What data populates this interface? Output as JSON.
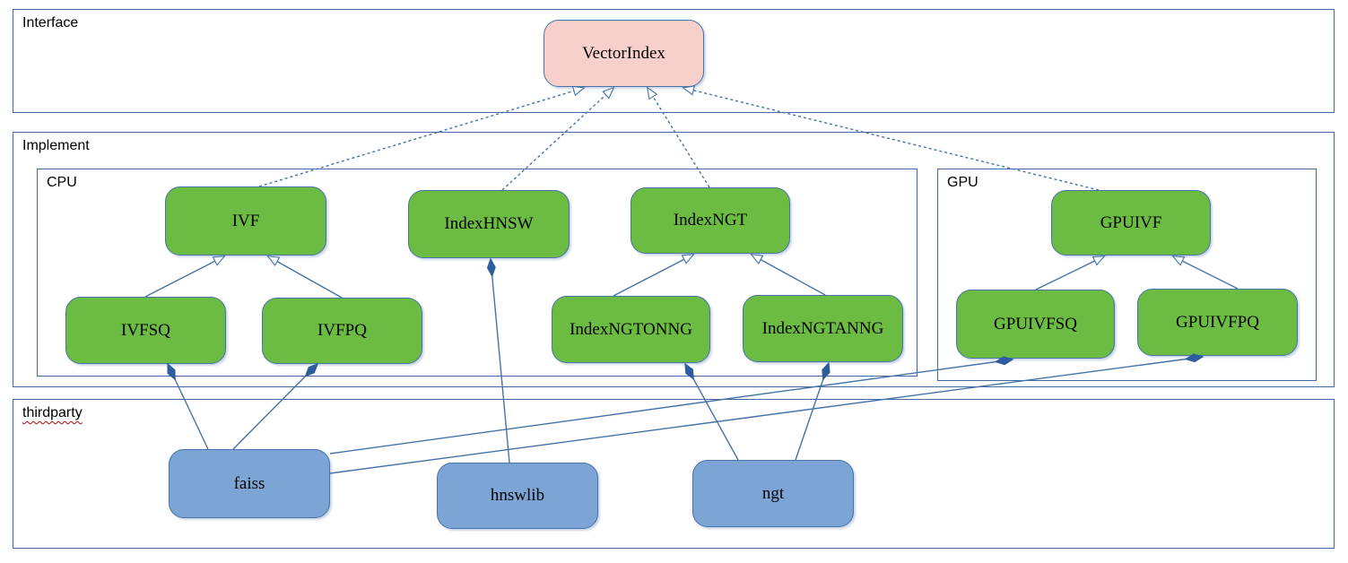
{
  "containers": {
    "interface": {
      "label": "Interface"
    },
    "implement": {
      "label": "Implement"
    },
    "cpu": {
      "label": "CPU"
    },
    "gpu": {
      "label": "GPU"
    },
    "thirdparty": {
      "label": "thirdparty"
    }
  },
  "nodes": {
    "vectorindex": {
      "label": "VectorIndex",
      "type": "interface-class"
    },
    "ivf": {
      "label": "IVF",
      "type": "cpu-class"
    },
    "indexhnsw": {
      "label": "IndexHNSW",
      "type": "cpu-class"
    },
    "indexngt": {
      "label": "IndexNGT",
      "type": "cpu-class"
    },
    "ivfsq": {
      "label": "IVFSQ",
      "type": "cpu-class"
    },
    "ivfpq": {
      "label": "IVFPQ",
      "type": "cpu-class"
    },
    "indexngtonng": {
      "label": "IndexNGTONNG",
      "type": "cpu-class"
    },
    "indexngtanng": {
      "label": "IndexNGTANNG",
      "type": "cpu-class"
    },
    "gpuivf": {
      "label": "GPUIVF",
      "type": "gpu-class"
    },
    "gpuivfsq": {
      "label": "GPUIVFSQ",
      "type": "gpu-class"
    },
    "gpuivfpq": {
      "label": "GPUIVFPQ",
      "type": "gpu-class"
    },
    "faiss": {
      "label": "faiss",
      "type": "thirdparty-lib"
    },
    "hnswlib": {
      "label": "hnswlib",
      "type": "thirdparty-lib"
    },
    "ngt": {
      "label": "ngt",
      "type": "thirdparty-lib"
    }
  },
  "relations": [
    {
      "from": "IVF",
      "to": "VectorIndex",
      "kind": "dashed-generalization"
    },
    {
      "from": "IndexHNSW",
      "to": "VectorIndex",
      "kind": "dashed-generalization"
    },
    {
      "from": "IndexNGT",
      "to": "VectorIndex",
      "kind": "dashed-generalization"
    },
    {
      "from": "GPUIVF",
      "to": "VectorIndex",
      "kind": "dashed-generalization"
    },
    {
      "from": "IVFSQ",
      "to": "IVF",
      "kind": "generalization"
    },
    {
      "from": "IVFPQ",
      "to": "IVF",
      "kind": "generalization"
    },
    {
      "from": "IndexNGTONNG",
      "to": "IndexNGT",
      "kind": "generalization"
    },
    {
      "from": "IndexNGTANNG",
      "to": "IndexNGT",
      "kind": "generalization"
    },
    {
      "from": "GPUIVFSQ",
      "to": "GPUIVF",
      "kind": "generalization"
    },
    {
      "from": "GPUIVFPQ",
      "to": "GPUIVF",
      "kind": "generalization"
    },
    {
      "from": "faiss",
      "to": "IVFSQ",
      "kind": "composition"
    },
    {
      "from": "faiss",
      "to": "IVFPQ",
      "kind": "composition"
    },
    {
      "from": "faiss",
      "to": "GPUIVFSQ",
      "kind": "composition"
    },
    {
      "from": "faiss",
      "to": "GPUIVFPQ",
      "kind": "composition"
    },
    {
      "from": "hnswlib",
      "to": "IndexHNSW",
      "kind": "composition"
    },
    {
      "from": "ngt",
      "to": "IndexNGTONNG",
      "kind": "composition"
    },
    {
      "from": "ngt",
      "to": "IndexNGTANNG",
      "kind": "composition"
    }
  ],
  "colors": {
    "container_border": "#41699f",
    "node_border": "#4673a8",
    "connector": "#4472a8",
    "diamond_fill": "#2e5c9e",
    "green_fill": "#6cbb43",
    "pink_fill": "#f8d0cb",
    "blue_fill": "#7ca4d4",
    "squiggle": "#c00000"
  }
}
